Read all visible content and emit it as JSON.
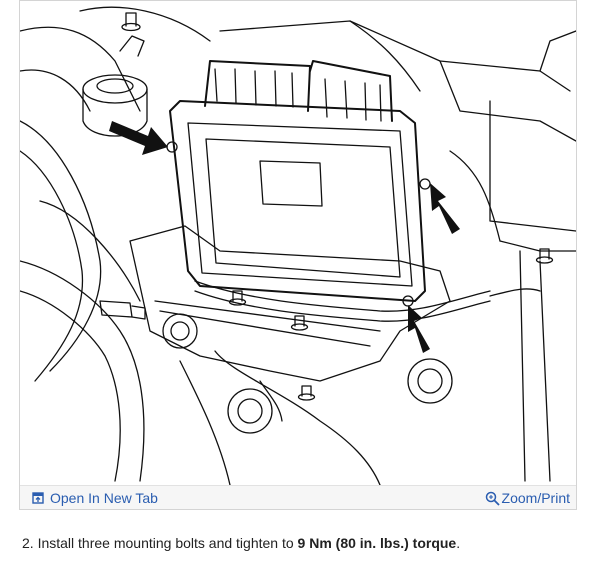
{
  "figure": {
    "code": "8181e69e",
    "open_tab_label": "Open In New Tab",
    "zoom_label": "Zoom/Print",
    "open_tab_icon": "open-in-new-tab-icon",
    "zoom_icon": "magnifier-icon"
  },
  "caption": {
    "step": "2.",
    "text_before": "Install three mounting bolts and tighten to",
    "value": "9 Nm (80 in. lbs.) torque",
    "text_after": "."
  },
  "colors": {
    "link": "#2a5db0",
    "line": "#111111"
  }
}
